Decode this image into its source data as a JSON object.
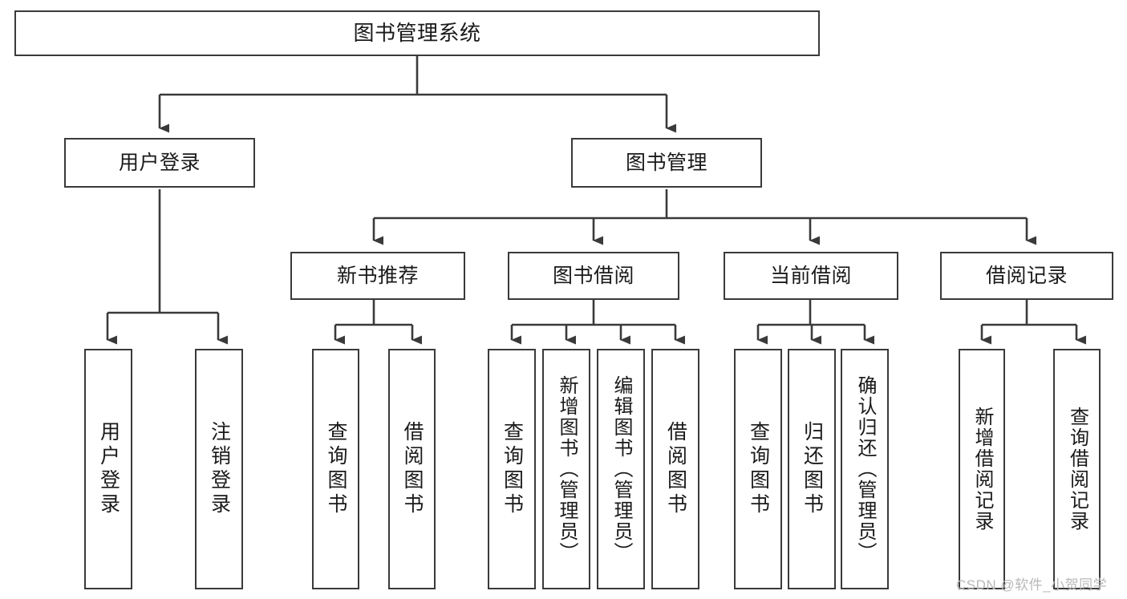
{
  "diagram": {
    "type": "tree",
    "title": "图书管理系统",
    "root": {
      "id": "root",
      "label": "图书管理系统"
    },
    "level2": [
      {
        "id": "user-login",
        "label": "用户登录"
      },
      {
        "id": "book-manage",
        "label": "图书管理"
      }
    ],
    "level3": [
      {
        "id": "new-book-rec",
        "label": "新书推荐",
        "parent": "book-manage"
      },
      {
        "id": "book-borrow",
        "label": "图书借阅",
        "parent": "book-manage"
      },
      {
        "id": "current-borrow",
        "label": "当前借阅",
        "parent": "book-manage"
      },
      {
        "id": "borrow-record",
        "label": "借阅记录",
        "parent": "book-manage"
      }
    ],
    "leaves": [
      {
        "id": "leaf-user-login",
        "label": "用户登录",
        "parent": "user-login"
      },
      {
        "id": "leaf-user-logout",
        "label": "注销登录",
        "parent": "user-login"
      },
      {
        "id": "leaf-query-book-1",
        "label": "查询图书",
        "parent": "new-book-rec"
      },
      {
        "id": "leaf-borrow-book-1",
        "label": "借阅图书",
        "parent": "new-book-rec"
      },
      {
        "id": "leaf-query-book-2",
        "label": "查询图书",
        "parent": "book-borrow"
      },
      {
        "id": "leaf-add-book",
        "label": "新增图书（管理员）",
        "parent": "book-borrow"
      },
      {
        "id": "leaf-edit-book",
        "label": "编辑图书（管理员）",
        "parent": "book-borrow"
      },
      {
        "id": "leaf-borrow-book-2",
        "label": "借阅图书",
        "parent": "book-borrow"
      },
      {
        "id": "leaf-query-book-3",
        "label": "查询图书",
        "parent": "current-borrow"
      },
      {
        "id": "leaf-return-book",
        "label": "归还图书",
        "parent": "current-borrow"
      },
      {
        "id": "leaf-confirm-return",
        "label": "确认归还（管理员）",
        "parent": "current-borrow"
      },
      {
        "id": "leaf-add-record",
        "label": "新增借阅记录",
        "parent": "borrow-record"
      },
      {
        "id": "leaf-query-record",
        "label": "查询借阅记录",
        "parent": "borrow-record"
      }
    ],
    "colors": {
      "stroke": "#3a3a3a",
      "fill": "#ffffff",
      "text": "#1a1a1a",
      "watermark": "#b8b8b8"
    }
  },
  "watermark": {
    "text": "CSDN @软件_小贺同学"
  }
}
